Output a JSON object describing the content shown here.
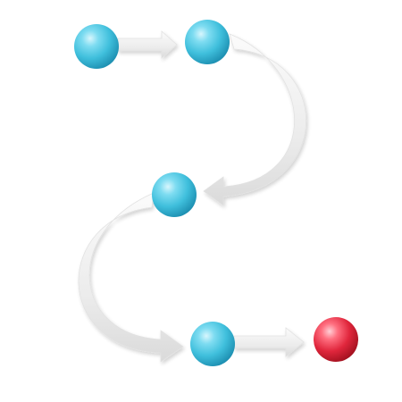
{
  "diagram": {
    "nodes": [
      {
        "id": "node-1",
        "kind": "step",
        "color": "#3fbfdc"
      },
      {
        "id": "node-2",
        "kind": "step",
        "color": "#3fbfdc"
      },
      {
        "id": "node-3",
        "kind": "step",
        "color": "#3fbfdc"
      },
      {
        "id": "node-4",
        "kind": "step",
        "color": "#3fbfdc"
      },
      {
        "id": "node-5",
        "kind": "goal",
        "color": "#e0263c"
      }
    ],
    "arrows": [
      {
        "from": "node-1",
        "to": "node-2",
        "shape": "straight"
      },
      {
        "from": "node-2",
        "to": "node-3",
        "shape": "curved"
      },
      {
        "from": "node-3",
        "to": "node-4",
        "shape": "curved"
      },
      {
        "from": "node-4",
        "to": "node-5",
        "shape": "straight"
      }
    ],
    "colors": {
      "step_node": "#3fbfdc",
      "goal_node": "#e0263c",
      "arrow": "#ececec"
    }
  }
}
